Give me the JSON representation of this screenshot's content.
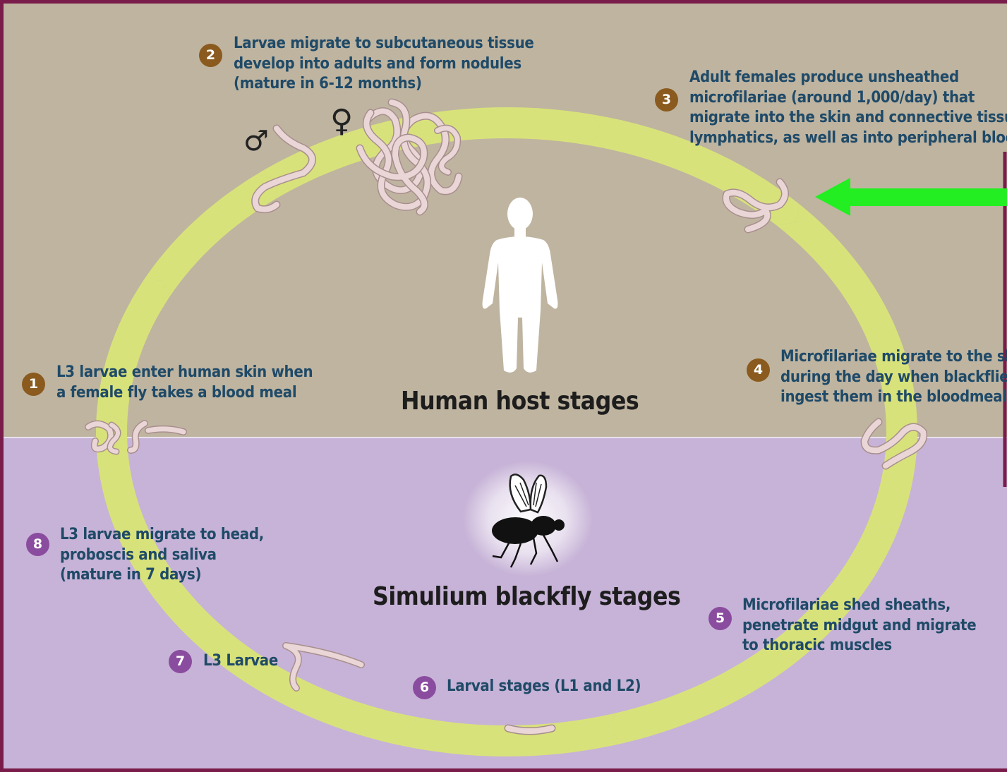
{
  "sections": {
    "human": {
      "title": "Human host stages",
      "color": "#bfb4a0"
    },
    "fly": {
      "title": "Simulium blackfly stages",
      "color": "#c7b3d7"
    }
  },
  "steps": [
    {
      "number": "1",
      "lines": [
        "L3 larvae enter human skin when",
        "a female fly takes a blood meal"
      ]
    },
    {
      "number": "2",
      "lines": [
        "Larvae migrate to subcutaneous tissue",
        "develop into adults and form nodules",
        "(mature in 6-12 months)"
      ]
    },
    {
      "number": "3",
      "lines": [
        "Adult females produce unsheathed",
        "microfilariae (around 1,000/day) that",
        "migrate into the skin and connective tissue",
        "lymphatics, as well as into peripheral blood"
      ]
    },
    {
      "number": "4",
      "lines": [
        "Microfilariae migrate to the skin",
        "during the day when blackflies",
        "ingest them in the bloodmeal"
      ]
    },
    {
      "number": "5",
      "lines": [
        "Microfilariae shed sheaths,",
        "penetrate midgut and migrate",
        "to thoracic muscles"
      ]
    },
    {
      "number": "6",
      "lines": [
        "Larval stages (L1 and L2)"
      ]
    },
    {
      "number": "7",
      "lines": [
        "L3 Larvae"
      ]
    },
    {
      "number": "8",
      "lines": [
        "L3 larvae migrate to head,",
        "proboscis and saliva",
        "(mature in 7 days)"
      ]
    }
  ],
  "symbols": {
    "male": "♂",
    "female": "♀"
  },
  "icons": [
    "human-figure-icon",
    "blackfly-icon",
    "worm-icon",
    "arrow-left-icon"
  ],
  "colors": {
    "cycle_arrow": "#d8e27a",
    "worm_fill": "#ead6d6",
    "worm_outline": "#a88e8e",
    "border": "#7a1c4a",
    "badge_human": "#8a5a1e",
    "badge_fly": "#8a4c9e",
    "pointer_arrow": "#22ee22",
    "text": "#1f4a68"
  }
}
